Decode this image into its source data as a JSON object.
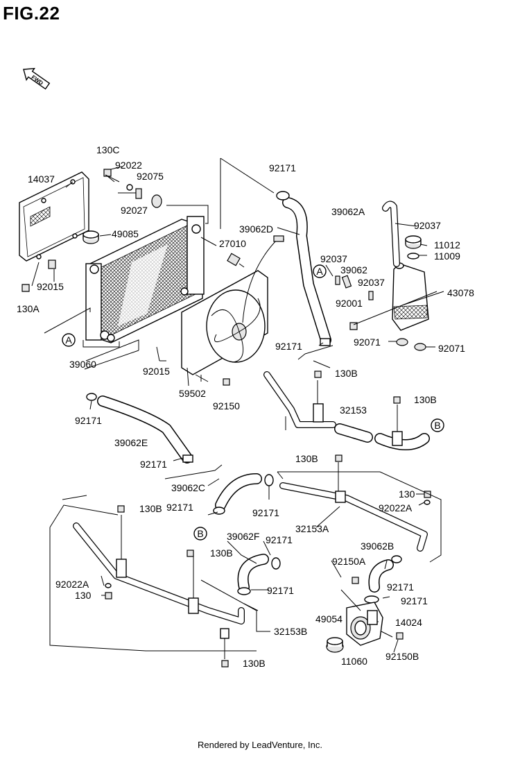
{
  "figure": {
    "title": "FIG.22"
  },
  "fwd_arrow": {
    "text": "FWD"
  },
  "footer": {
    "text": "Rendered by LeadVenture, Inc."
  },
  "watermark": {
    "text": "LEADVENTURE"
  },
  "part_labels": [
    {
      "id": "130c",
      "text": "130C"
    },
    {
      "id": "92022",
      "text": "92022"
    },
    {
      "id": "92075",
      "text": "92075"
    },
    {
      "id": "92027",
      "text": "92027"
    },
    {
      "id": "14037",
      "text": "14037"
    },
    {
      "id": "49085",
      "text": "49085"
    },
    {
      "id": "92015-top",
      "text": "92015"
    },
    {
      "id": "130a",
      "text": "130A"
    },
    {
      "id": "92171-a",
      "text": "92171"
    },
    {
      "id": "39062d",
      "text": "39062D"
    },
    {
      "id": "27010",
      "text": "27010"
    },
    {
      "id": "39062a",
      "text": "39062A"
    },
    {
      "id": "92037-a",
      "text": "92037"
    },
    {
      "id": "11012",
      "text": "11012"
    },
    {
      "id": "11009",
      "text": "11009"
    },
    {
      "id": "92037-b",
      "text": "92037"
    },
    {
      "id": "39062",
      "text": "39062"
    },
    {
      "id": "92037-c",
      "text": "92037"
    },
    {
      "id": "43078",
      "text": "43078"
    },
    {
      "id": "92001",
      "text": "92001"
    },
    {
      "id": "92071-a",
      "text": "92071"
    },
    {
      "id": "92071-b",
      "text": "92071"
    },
    {
      "id": "92171-b",
      "text": "92171"
    },
    {
      "id": "39060",
      "text": "39060"
    },
    {
      "id": "92015-mid",
      "text": "92015"
    },
    {
      "id": "130b-a",
      "text": "130B"
    },
    {
      "id": "32153",
      "text": "32153"
    },
    {
      "id": "130b-b",
      "text": "130B"
    },
    {
      "id": "59502",
      "text": "59502"
    },
    {
      "id": "92150",
      "text": "92150"
    },
    {
      "id": "92171-c",
      "text": "92171"
    },
    {
      "id": "39062e",
      "text": "39062E"
    },
    {
      "id": "92171-d",
      "text": "92171"
    },
    {
      "id": "130b-c",
      "text": "130B"
    },
    {
      "id": "39062c",
      "text": "39062C"
    },
    {
      "id": "92171-e",
      "text": "92171"
    },
    {
      "id": "92171-f",
      "text": "92171"
    },
    {
      "id": "130",
      "text": "130"
    },
    {
      "id": "92022a",
      "text": "92022A"
    },
    {
      "id": "32153a",
      "text": "32153A"
    },
    {
      "id": "130b-d",
      "text": "130B"
    },
    {
      "id": "39062f",
      "text": "39062F"
    },
    {
      "id": "92171-g",
      "text": "92171"
    },
    {
      "id": "130b-e",
      "text": "130B"
    },
    {
      "id": "39062b",
      "text": "39062B"
    },
    {
      "id": "92150a",
      "text": "92150A"
    },
    {
      "id": "92171-h",
      "text": "92171"
    },
    {
      "id": "92171-i",
      "text": "92171"
    },
    {
      "id": "92171-j",
      "text": "92171"
    },
    {
      "id": "92022a-b",
      "text": "92022A"
    },
    {
      "id": "130-b",
      "text": "130"
    },
    {
      "id": "49054",
      "text": "49054"
    },
    {
      "id": "14024",
      "text": "14024"
    },
    {
      "id": "32153b",
      "text": "32153B"
    },
    {
      "id": "11060",
      "text": "11060"
    },
    {
      "id": "92150b",
      "text": "92150B"
    },
    {
      "id": "130b-f",
      "text": "130B"
    }
  ],
  "callouts": [
    {
      "id": "a-upper",
      "text": "A"
    },
    {
      "id": "a-lower",
      "text": "A"
    },
    {
      "id": "b-right",
      "text": "B"
    },
    {
      "id": "b-lower",
      "text": "B"
    }
  ]
}
